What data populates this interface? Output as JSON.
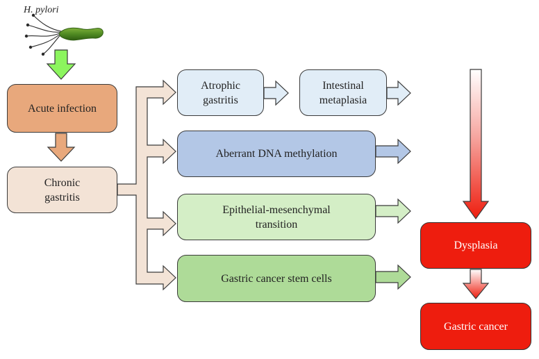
{
  "organism": {
    "label": "H. pylori"
  },
  "nodes": {
    "acute": {
      "label": "Acute infection"
    },
    "chronic": {
      "line1": "Chronic",
      "line2": "gastritis"
    },
    "atrophic": {
      "line1": "Atrophic",
      "line2": "gastritis"
    },
    "intestinal": {
      "line1": "Intestinal",
      "line2": "metaplasia"
    },
    "dna": {
      "label": "Aberrant DNA methylation"
    },
    "emt": {
      "line1": "Epithelial-mesenchymal",
      "line2": "transition"
    },
    "gcsc": {
      "label": "Gastric cancer stem cells"
    },
    "dysplasia": {
      "label": "Dysplasia"
    },
    "gastric_cancer": {
      "label": "Gastric cancer"
    }
  },
  "colors": {
    "acute_fill": "#e8a87c",
    "chronic_fill": "#f3e3d6",
    "atrophic_fill": "#e1edf7",
    "dna_fill": "#b3c7e6",
    "emt_fill": "#d4eec6",
    "gcsc_fill": "#aedb98",
    "cancer_red": "#ee1d0e",
    "hpylori_arrow": "#8cf55e"
  }
}
